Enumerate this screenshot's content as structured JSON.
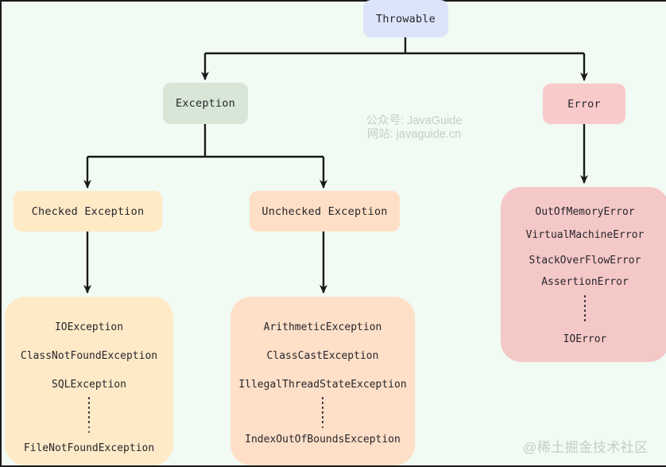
{
  "canvas": {
    "background": "#f1faf3",
    "edge_color": "#1b1b1b",
    "line_color": "#191919",
    "text_color": "#26262b",
    "watermark_color": "#c7ccc8"
  },
  "nodes": {
    "throwable": {
      "label": "Throwable",
      "bg": "#dce4fa"
    },
    "exception": {
      "label": "Exception",
      "bg": "#d7e6d6"
    },
    "error": {
      "label": "Error",
      "bg": "#f8cbca"
    },
    "checked": {
      "label": "Checked Exception",
      "bg": "#ffeac6"
    },
    "unchecked": {
      "label": "Unchecked Exception",
      "bg": "#fedfc5"
    },
    "error_list": {
      "bg": "#f5c8c8",
      "items": [
        "OutOfMemoryError",
        "VirtualMachineError",
        "StackOverFlowError",
        "AssertionError",
        "IOError"
      ]
    },
    "checked_list": {
      "bg": "#ffeac8",
      "items": [
        "IOException",
        "ClassNotFoundException",
        "SQLException",
        "FileNotFoundException"
      ]
    },
    "unchecked_list": {
      "bg": "#fedfc8",
      "items": [
        "ArithmeticException",
        "ClassCastException",
        "IllegalThreadStateException",
        "IndexOutOfBoundsException"
      ]
    }
  },
  "watermarks": {
    "center_line1": "公众号: JavaGuide",
    "center_line2": "网站: javaguide.cn",
    "bottom_right": "@稀土掘金技术社区"
  }
}
